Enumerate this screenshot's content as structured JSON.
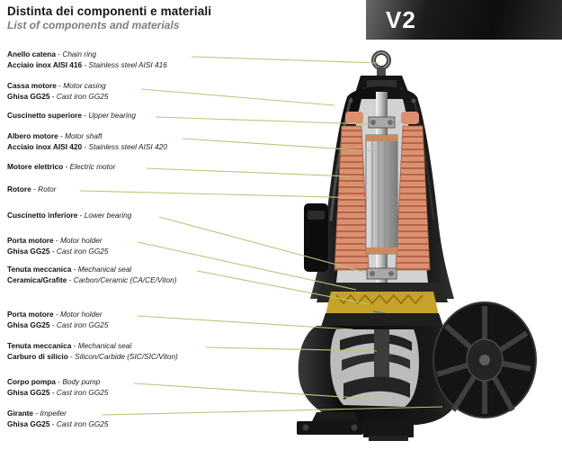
{
  "header": {
    "title": "Distinta dei componenti e materiali",
    "subtitle": "List of components and materials",
    "model": "V2"
  },
  "separator": " - ",
  "labels": [
    {
      "lines": [
        {
          "it": "Anello catena",
          "en": "Chain ring"
        },
        {
          "it": "Acciaio inox AISI 416",
          "en": "Stainless steel AISI 416"
        }
      ]
    },
    {
      "lines": [
        {
          "it": "Cassa motore",
          "en": "Motor casing"
        },
        {
          "it": "Ghisa GG25",
          "en": "Cast iron GG25"
        }
      ]
    },
    {
      "lines": [
        {
          "it": "Cuscinetto superiore",
          "en": "Upper bearing"
        }
      ]
    },
    {
      "lines": [
        {
          "it": "Albero motore",
          "en": "Motor shaft"
        },
        {
          "it": "Acciaio inox AISI 420",
          "en": "Stainless steel AISI 420"
        }
      ]
    },
    {
      "lines": [
        {
          "it": "Motore elettrico",
          "en": "Electric motor"
        }
      ]
    },
    {
      "lines": [
        {
          "it": "Rotore",
          "en": "Rotor"
        }
      ]
    },
    {
      "lines": [
        {
          "it": "Cuscinetto inferiore",
          "en": "Lower bearing"
        }
      ]
    },
    {
      "lines": [
        {
          "it": "Porta motore",
          "en": "Motor holder"
        },
        {
          "it": "Ghisa GG25",
          "en": "Cast iron GG25"
        }
      ]
    },
    {
      "lines": [
        {
          "it": "Tenuta meccanica",
          "en": "Mechanical seal"
        },
        {
          "it": "Ceramica/Grafite",
          "en": "Carbon/Ceramic (CA/CE/Viton)"
        }
      ]
    },
    {
      "lines": [
        {
          "it": "Porta motore",
          "en": "Motor holder"
        },
        {
          "it": "Ghisa GG25",
          "en": "Cast iron GG25"
        }
      ]
    },
    {
      "lines": [
        {
          "it": "Tenuta meccanica",
          "en": "Mechanical seal"
        },
        {
          "it": "Carburo di silicio",
          "en": "Silicon/Carbide (SIC/SIC/Viton)"
        }
      ]
    },
    {
      "lines": [
        {
          "it": "Corpo pompa",
          "en": "Body pump"
        },
        {
          "it": "Ghisa GG25",
          "en": "Cast iron GG25"
        }
      ]
    },
    {
      "lines": [
        {
          "it": "Girante",
          "en": "Impeller"
        },
        {
          "it": "Ghisa GG25",
          "en": "Cast iron GG25"
        }
      ]
    }
  ],
  "colors": {
    "leader_line": "#b4c878",
    "accent_copper": "#dd9070",
    "accent_copper_dark": "#b2664a",
    "seal_gold": "#c6a22a",
    "casing_dark": "#141414"
  }
}
